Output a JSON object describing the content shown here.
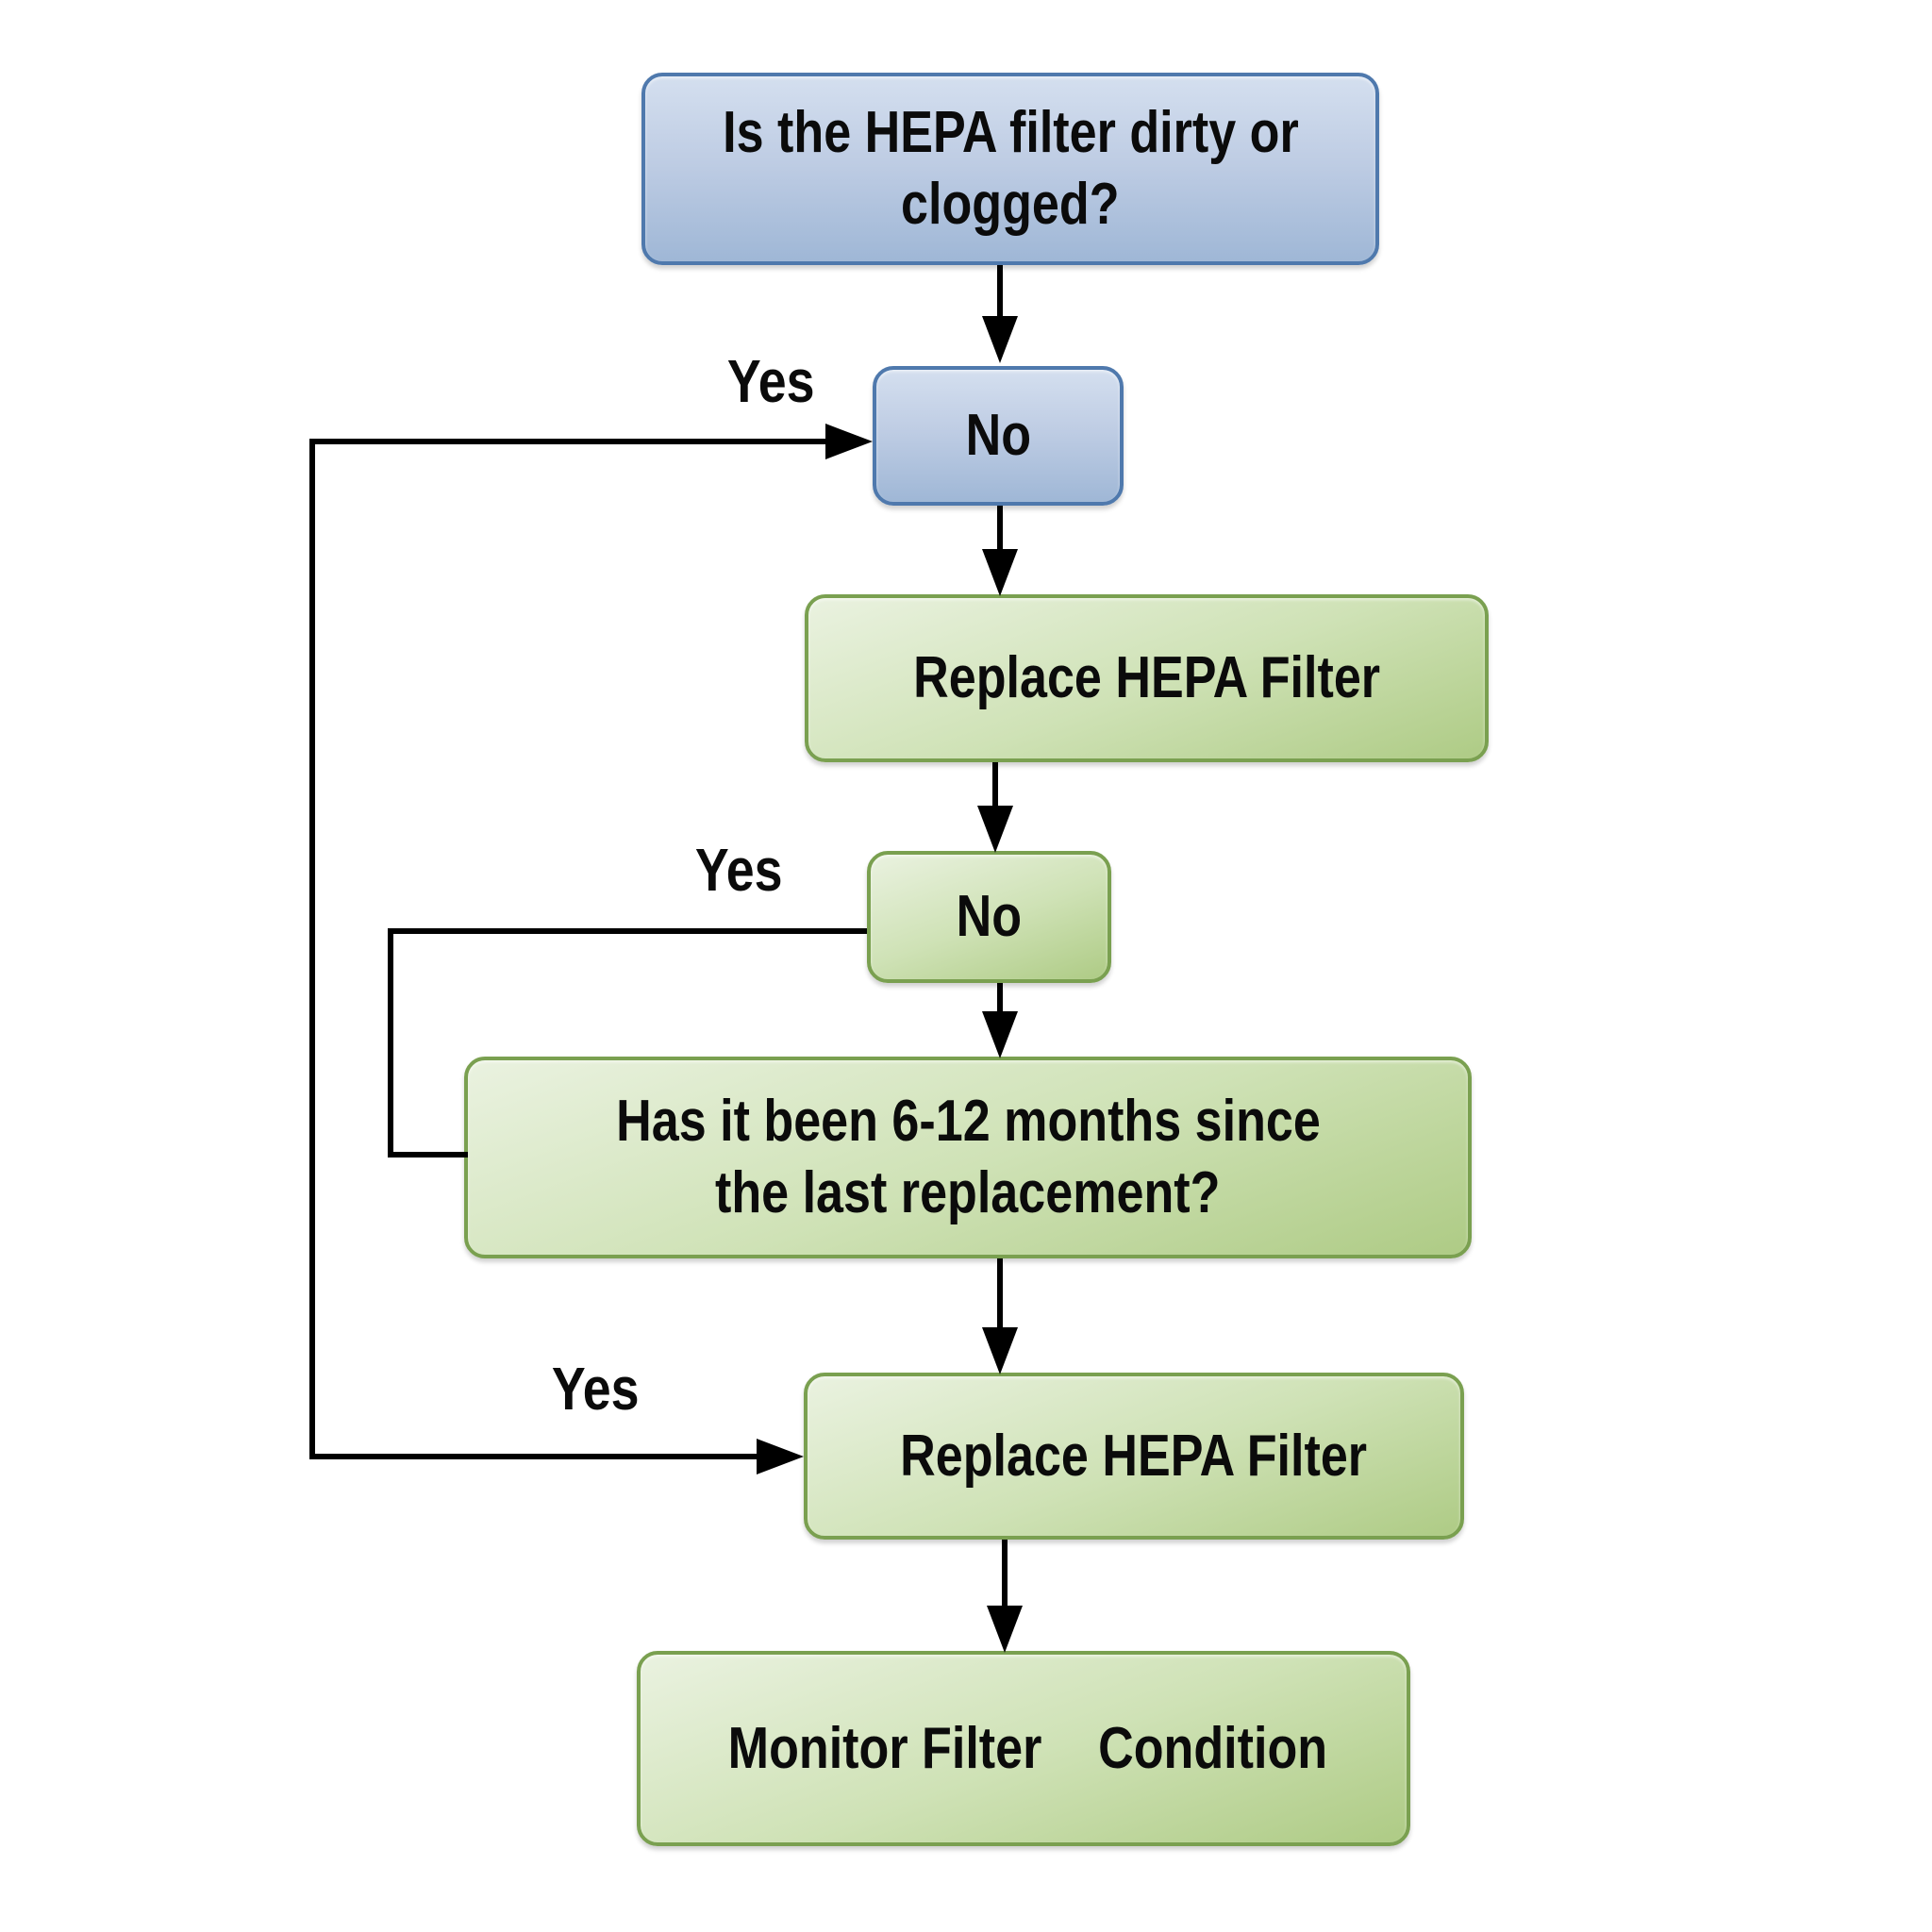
{
  "diagram": {
    "type": "flowchart",
    "topic": "HEPA filter replacement decision flow",
    "background_color": "#ffffff",
    "connector_color": "#000000",
    "text_color": "#0b0b0b",
    "palette": {
      "blue_fill_top": "#d4dfef",
      "blue_fill_bottom": "#9fb7d6",
      "blue_border": "#4f79ad",
      "green_fill_top": "#eaf2e0",
      "green_fill_bottom": "#aecb85",
      "green_border": "#7aa050"
    },
    "nodes": [
      {
        "id": "question-dirty",
        "color": "blue",
        "lines": [
          "Is the HEPA filter dirty or",
          "clogged?"
        ]
      },
      {
        "id": "no-1",
        "color": "blue",
        "lines": [
          "No"
        ]
      },
      {
        "id": "replace-1",
        "color": "green",
        "lines": [
          "Replace HEPA Filter"
        ]
      },
      {
        "id": "no-2",
        "color": "green",
        "lines": [
          "No"
        ]
      },
      {
        "id": "question-months",
        "color": "green",
        "lines": [
          "Has it been 6-12 months since",
          "the last replacement?"
        ]
      },
      {
        "id": "replace-2",
        "color": "green",
        "lines": [
          "Replace HEPA Filter"
        ]
      },
      {
        "id": "monitor",
        "color": "green",
        "lines": [
          "Monitor Filter",
          "Condition"
        ]
      }
    ],
    "edge_labels": [
      {
        "id": "yes-top",
        "text": "Yes"
      },
      {
        "id": "yes-middle",
        "text": "Yes"
      },
      {
        "id": "yes-bottom",
        "text": "Yes"
      }
    ],
    "edges": [
      {
        "from": "question-dirty",
        "to": "no-1"
      },
      {
        "from": "no-1",
        "to": "replace-1"
      },
      {
        "from": "replace-1",
        "to": "no-2"
      },
      {
        "from": "no-2",
        "to": "question-months",
        "label": "Yes"
      },
      {
        "from": "question-months",
        "to": "replace-2"
      },
      {
        "from": "replace-2",
        "to": "monitor"
      },
      {
        "from": "side-loop",
        "to": "no-1",
        "label": "Yes"
      },
      {
        "from": "side-loop",
        "to": "replace-2",
        "label": "Yes"
      }
    ]
  }
}
